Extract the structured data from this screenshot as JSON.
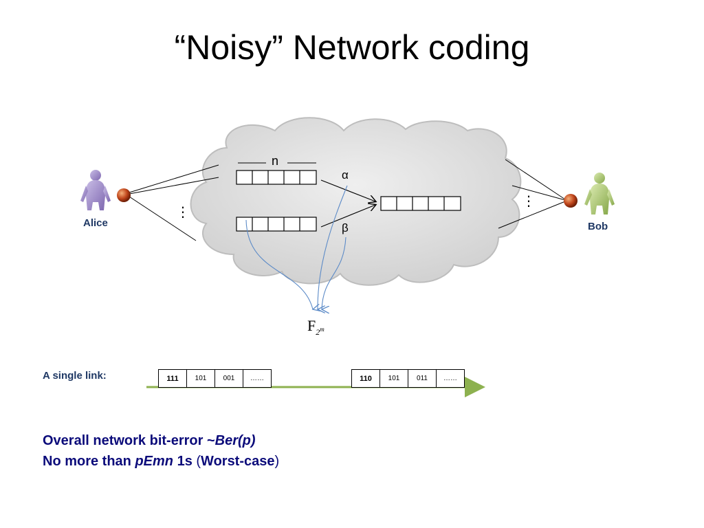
{
  "slide": {
    "title": "“Noisy” Network coding",
    "alice_label": "Alice",
    "bob_label": "Bob",
    "n_label": "n",
    "alpha_label": "α",
    "beta_label": "β",
    "field_base": "F",
    "field_sub": "2",
    "field_sup": "m",
    "dots_left": "⋮",
    "dots_right": "⋮",
    "single_link_label": "A single link:",
    "link_packet_1": [
      "111",
      "101",
      "001",
      "……"
    ],
    "link_packet_2": [
      "110",
      "101",
      "011",
      "……"
    ],
    "line1_bold": "Overall network bit-error  ~",
    "line1_italic": "Ber(p)",
    "line2_a": "No more than ",
    "line2_italic": "pEmn",
    "line2_b": " 1s ",
    "line2_paren_open": "(",
    "line2_c": "Worst-case",
    "line2_paren_close": ")"
  },
  "colors": {
    "cloud_fill": "#dcdcdc",
    "cloud_stroke": "#bfbfbf",
    "alice_person": "#9b86c5",
    "bob_person": "#a8c56a",
    "node": "#c0461c",
    "arrow_blue": "#5b8ac7",
    "link_arrow": "#8db14f",
    "text_blue": "#0b0b7a"
  },
  "icons": [
    "alice-person-icon",
    "bob-person-icon",
    "alice-node-icon",
    "bob-node-icon"
  ]
}
